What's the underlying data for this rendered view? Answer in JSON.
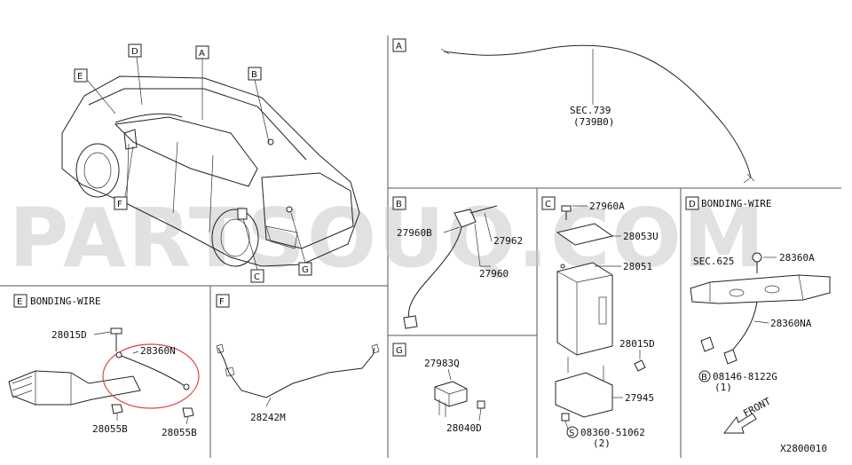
{
  "watermark": "PARTSOUQ.COM",
  "diagram_code": "X2800010",
  "overview": {
    "callouts": {
      "a": "A",
      "b": "B",
      "c": "C",
      "d": "D",
      "e": "E",
      "f": "F",
      "g": "G"
    }
  },
  "panels": {
    "a": {
      "letter": "A",
      "sec_ref": "SEC.739",
      "sec_sub": "(739B0)"
    },
    "b": {
      "letter": "B",
      "p1": "27960B",
      "p2": "27962",
      "p3": "27960"
    },
    "c": {
      "letter": "C",
      "p1": "27960A",
      "p2": "28053U",
      "p3": "28051",
      "p4": "28015D",
      "p5": "27945",
      "s_symbol": "S",
      "bolt": "08360-51062",
      "bolt_qty": "(2)"
    },
    "d": {
      "letter": "D",
      "title": "BONDING-WIRE",
      "sec_ref": "SEC.625",
      "p1": "28360A",
      "p2": "28360NA",
      "b_symbol": "B",
      "bolt": "08146-8122G",
      "bolt_qty": "(1)",
      "front": "FRONT"
    },
    "e": {
      "letter": "E",
      "title": "BONDING-WIRE",
      "p1": "28015D",
      "p2": "28360N",
      "p3": "28055B",
      "p4": "28055B"
    },
    "f": {
      "letter": "F",
      "p1": "28242M"
    },
    "g": {
      "letter": "G",
      "p1": "27983Q",
      "p2": "28040D"
    }
  }
}
